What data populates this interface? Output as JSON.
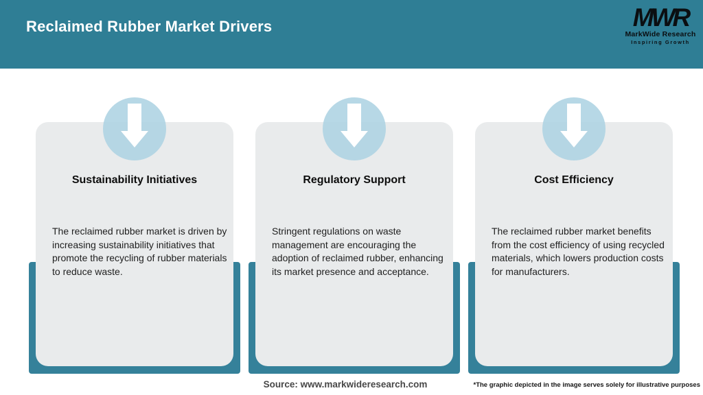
{
  "header": {
    "title": "Reclaimed Rubber Market Drivers",
    "logo": {
      "monogram": "MWR",
      "name": "MarkWide Research",
      "tagline": "Inspiring Growth"
    }
  },
  "cards": [
    {
      "icon": "down-arrow-icon",
      "title": "Sustainability Initiatives",
      "description": "The reclaimed rubber market is driven by increasing sustainability initiatives that promote the recycling of rubber materials to reduce waste."
    },
    {
      "icon": "down-arrow-icon",
      "title": "Regulatory Support",
      "description": "Stringent regulations on waste management are encouraging the adoption of reclaimed rubber, enhancing its market presence and acceptance."
    },
    {
      "icon": "down-arrow-icon",
      "title": "Cost Efficiency",
      "description": "The reclaimed rubber market benefits from the cost efficiency of using recycled materials, which lowers production costs for manufacturers."
    }
  ],
  "footer": {
    "source": "Source: www.markwideresearch.com",
    "disclaimer": "*The graphic depicted in the image serves solely for illustrative purposes"
  },
  "colors": {
    "header_teal": "#2f7e95",
    "backdrop_teal": "#35819a",
    "circle_blue": "#add3e2",
    "card_gray": "#e9ebec",
    "title_white": "#ffffff",
    "body_text": "#1e1e1e",
    "source_gray": "#474747"
  }
}
